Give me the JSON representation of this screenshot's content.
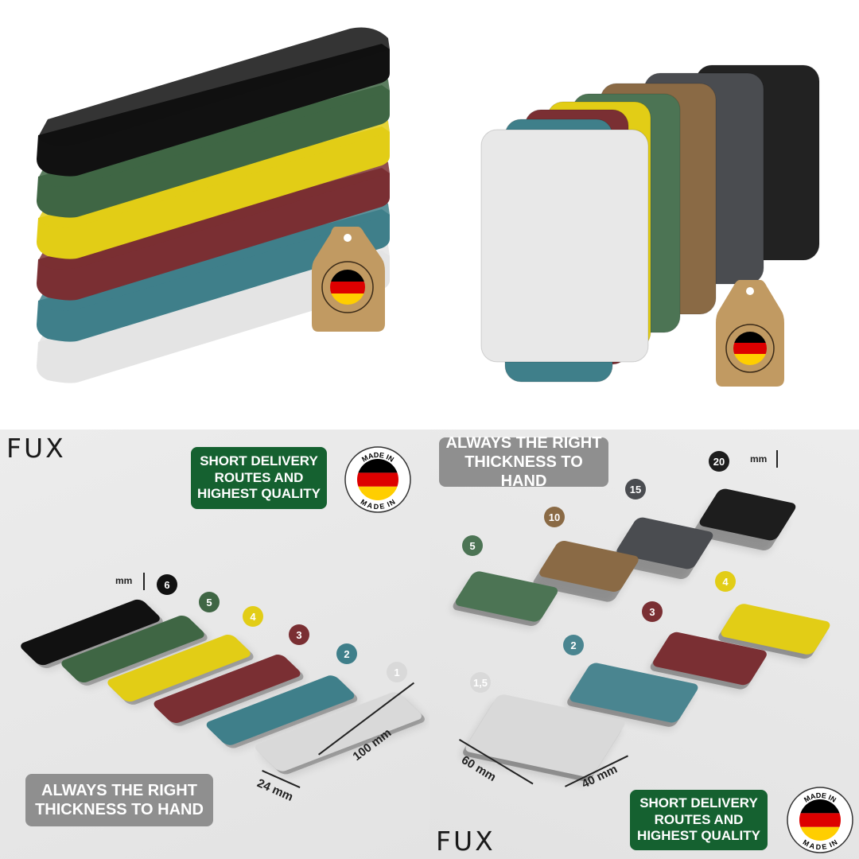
{
  "brand": "FUX",
  "slogan_quality": "SHORT DELIVERY ROUTES AND HIGHEST QUALITY",
  "slogan_thickness": "ALWAYS THE RIGHT THICKNESS TO HAND",
  "seal": {
    "top": "MADE IN",
    "bottom": "MADE IN",
    "flag_colors": [
      "#000000",
      "#dd0000",
      "#ffce00"
    ]
  },
  "unit": "mm",
  "long_shims": {
    "sizes": [
      {
        "label": "6",
        "color": "#111111"
      },
      {
        "label": "5",
        "color": "#3f6644"
      },
      {
        "label": "4",
        "color": "#e2cd16"
      },
      {
        "label": "3",
        "color": "#7a2f33"
      },
      {
        "label": "2",
        "color": "#3f7f8a"
      },
      {
        "label": "1",
        "color": "#d9d9d9"
      }
    ],
    "length": "100 mm",
    "width": "24 mm"
  },
  "block_shims": {
    "sizes": [
      {
        "label": "20",
        "color": "#1d1d1d"
      },
      {
        "label": "15",
        "color": "#4a4c50"
      },
      {
        "label": "10",
        "color": "#8a6a45"
      },
      {
        "label": "5",
        "color": "#4c7454"
      },
      {
        "label": "4",
        "color": "#e2cd16"
      },
      {
        "label": "3",
        "color": "#7a2f33"
      },
      {
        "label": "2",
        "color": "#4a8590"
      },
      {
        "label": "1,5",
        "color": "#d9d9d9"
      }
    ],
    "length": "60 mm",
    "width": "40 mm"
  },
  "tag_color": "#c19a62"
}
